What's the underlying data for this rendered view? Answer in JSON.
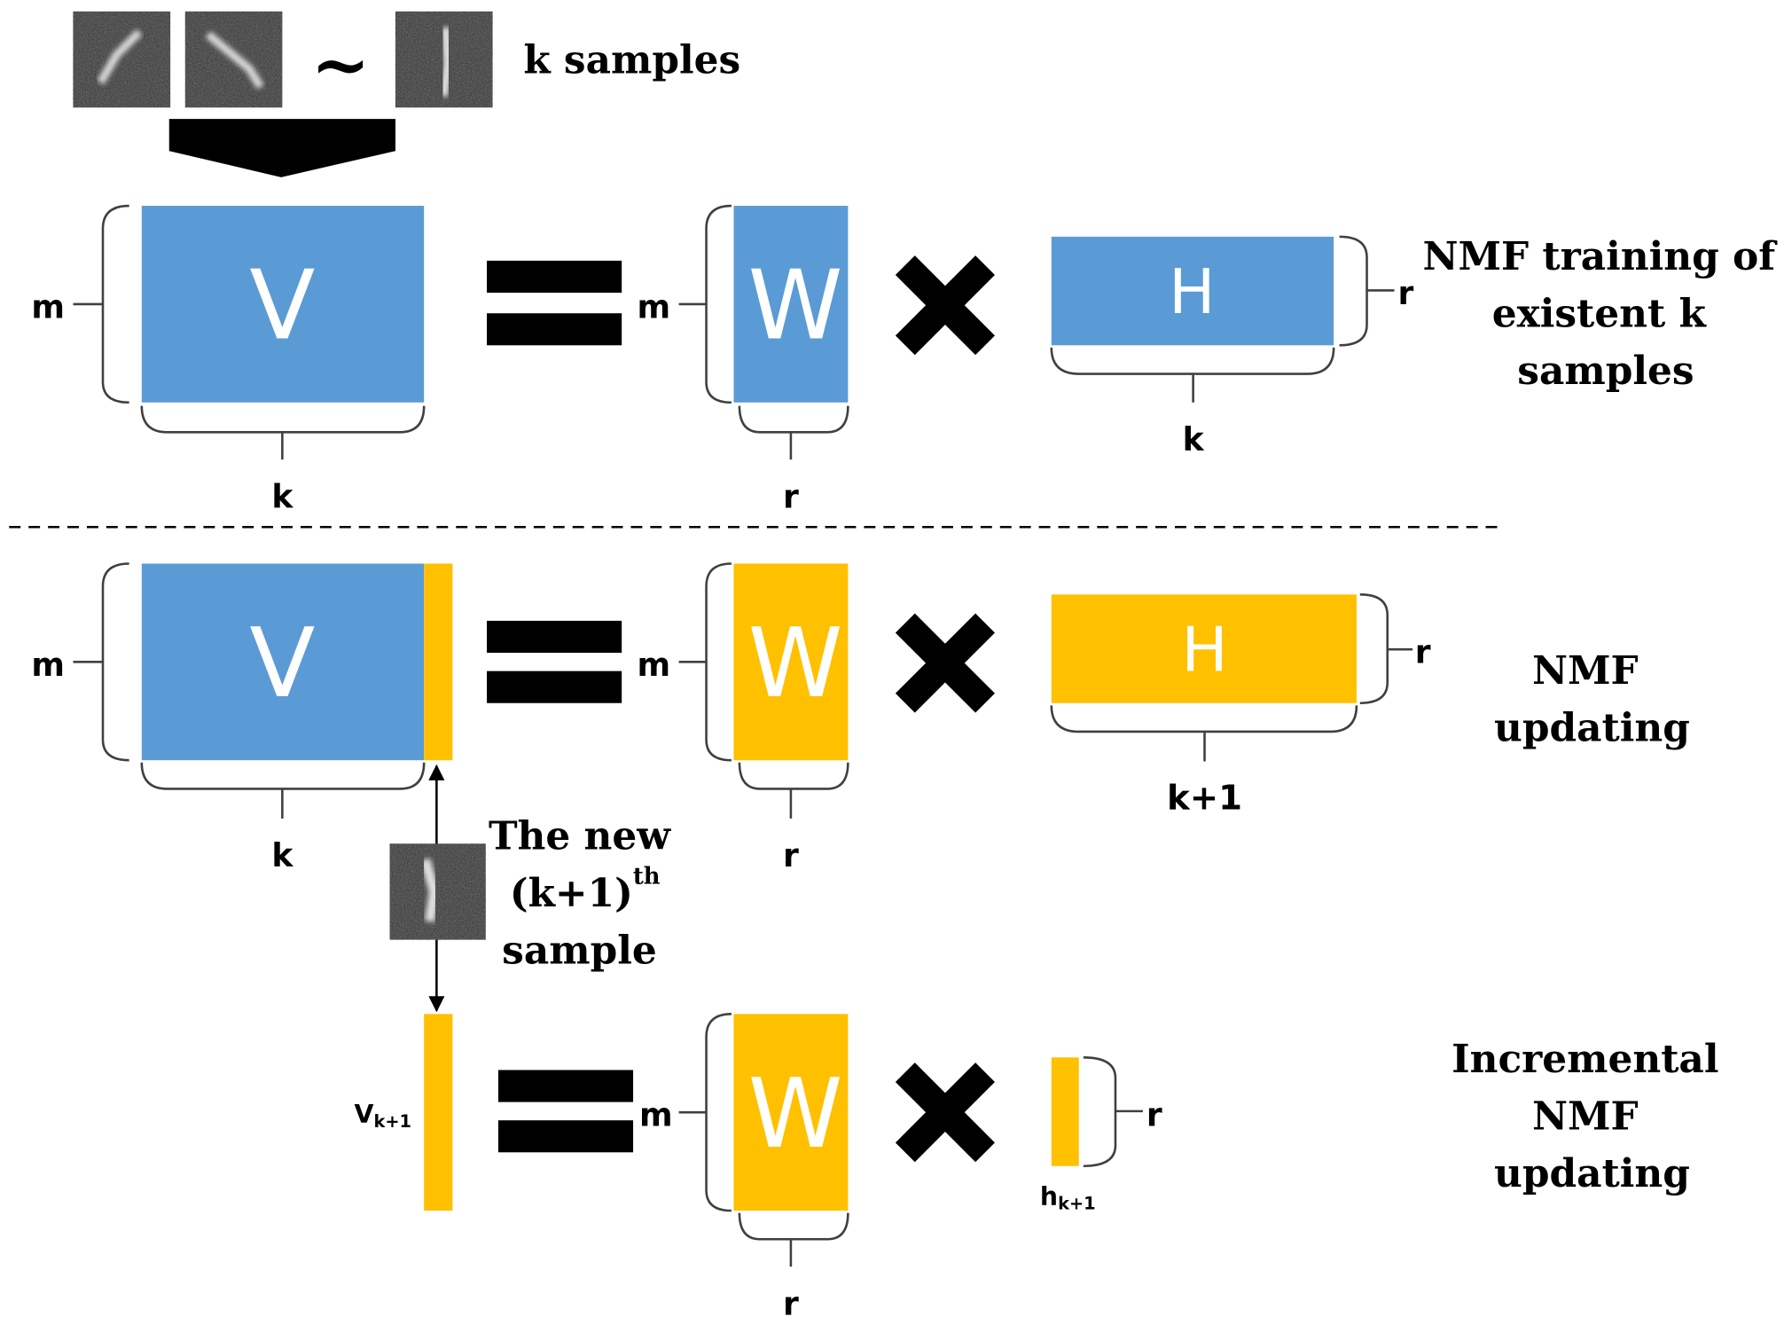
{
  "colors": {
    "existing": "#5b9bd5",
    "updated": "#ffc000",
    "symbol": "#000000",
    "noise_dark": "#3a3a3a",
    "noise_light": "#d8d8d8"
  },
  "icons": [
    "sample-image-icon",
    "tilde-icon",
    "down-arrow-icon",
    "equals-icon",
    "multiply-icon",
    "double-arrow-icon"
  ],
  "top": {
    "samples_label": "k samples",
    "tilde": "~",
    "V": "V",
    "W": "W",
    "H": "H",
    "dim_m": "m",
    "dim_k": "k",
    "dim_r": "r",
    "description": [
      "NMF training of",
      "existent k",
      "samples"
    ]
  },
  "middle": {
    "V": "V",
    "W": "W",
    "H": "H",
    "dim_m": "m",
    "dim_k": "k",
    "dim_r": "r",
    "dim_k1": "k+1",
    "description": [
      "NMF",
      "updating"
    ],
    "new_sample": {
      "line1": "The new",
      "line2": "(k+1)",
      "line2_sup": "th",
      "line3": "sample"
    }
  },
  "bottom": {
    "W": "W",
    "v_label": "V",
    "v_sub": "k+1",
    "h_label": "h",
    "h_sub": "k+1",
    "dim_m": "m",
    "dim_r": "r",
    "description": [
      "Incremental",
      "NMF",
      "updating"
    ]
  }
}
